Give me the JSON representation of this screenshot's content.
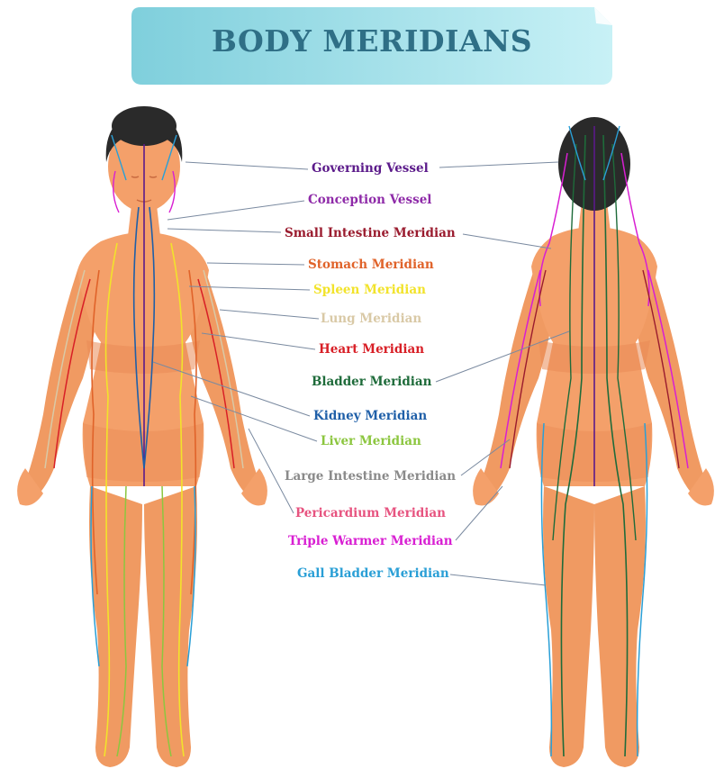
{
  "title": "BODY MERIDIANS",
  "meridians": [
    {
      "label": "Governing Vessel",
      "color": "#5b1a8a"
    },
    {
      "label": "Conception Vessel",
      "color": "#8e2aa8"
    },
    {
      "label": "Small Intestine Meridian",
      "color": "#9a1b2e"
    },
    {
      "label": "Stomach Meridian",
      "color": "#e0632a"
    },
    {
      "label": "Spleen Meridian",
      "color": "#f2e32b"
    },
    {
      "label": "Lung Meridian",
      "color": "#d9c9a6"
    },
    {
      "label": "Heart Meridian",
      "color": "#d81f26"
    },
    {
      "label": "Bladder Meridian",
      "color": "#1e6b3a"
    },
    {
      "label": "Kidney Meridian",
      "color": "#1f5fa8"
    },
    {
      "label": "Liver Meridian",
      "color": "#8cc63f"
    },
    {
      "label": "Large Intestine Meridian",
      "color": "#8a8a8a"
    },
    {
      "label": "Pericardium Meridian",
      "color": "#e75480"
    },
    {
      "label": "Triple Warmer Meridian",
      "color": "#d81fd2"
    },
    {
      "label": "Gall Bladder Meridian",
      "color": "#2a9fd6"
    }
  ],
  "colors": {
    "skin": "#f4a06a",
    "skin_dark": "#e98a55",
    "hair": "#2a2a2a",
    "banner": "#9fe0ea",
    "title": "#2f6f86",
    "leader": "#7a8aa0"
  }
}
